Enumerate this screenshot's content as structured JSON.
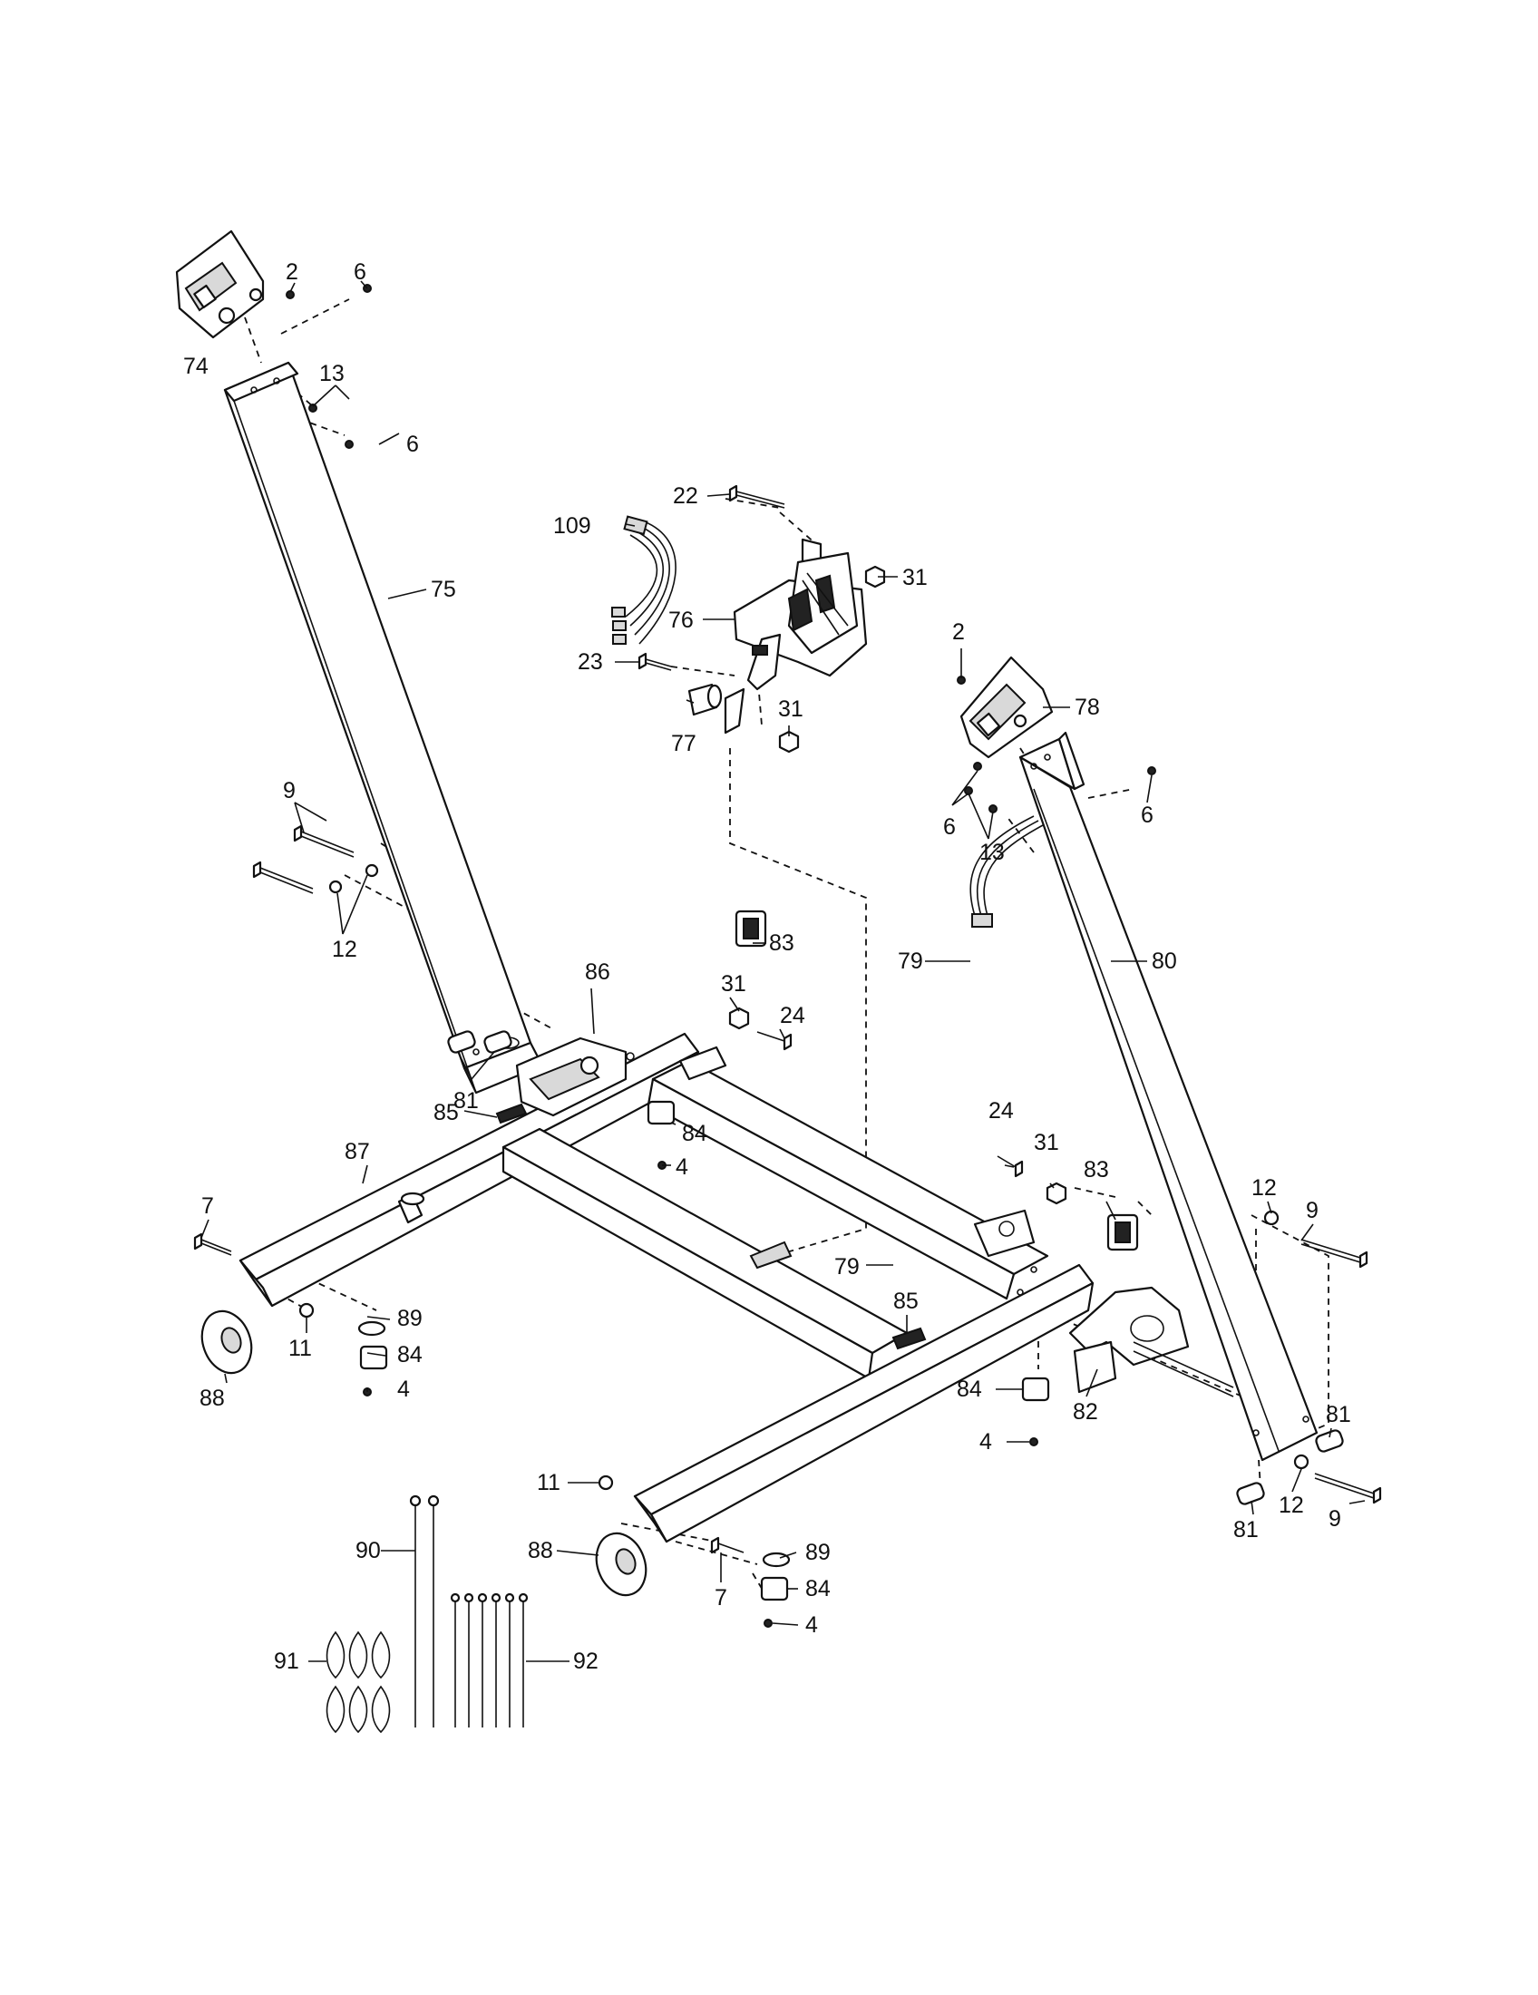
{
  "callouts": {
    "c74": "74",
    "c2a": "2",
    "c6a": "6",
    "c13a": "13",
    "c6b": "6",
    "c75": "75",
    "c22": "22",
    "c109": "109",
    "c31a": "31",
    "c76": "76",
    "c23": "23",
    "c77": "77",
    "c31b": "31",
    "c2b": "2",
    "c78": "78",
    "c6c": "6",
    "c6d": "6",
    "c13b": "13",
    "c9a": "9",
    "c12a": "12",
    "c86": "86",
    "c83a": "83",
    "c79a": "79",
    "c80": "80",
    "c31c": "31",
    "c24a": "24",
    "c81a": "81",
    "c85a": "85",
    "c87": "87",
    "c84a": "84",
    "c4a": "4",
    "c24b": "24",
    "c31d": "31",
    "c83b": "83",
    "c12b": "12",
    "c9b": "9",
    "c7a": "7",
    "c79b": "79",
    "c85b": "85",
    "c89a": "89",
    "c11a": "11",
    "c84b": "84",
    "c88a": "88",
    "c4b": "4",
    "c84c": "84",
    "c82": "82",
    "c4c": "4",
    "c81b": "81",
    "c11b": "11",
    "c12c": "12",
    "c9c": "9",
    "c81c": "81",
    "c90": "90",
    "c88b": "88",
    "c89b": "89",
    "c7b": "7",
    "c84d": "84",
    "c4d": "4",
    "c91": "91",
    "c92": "92"
  }
}
